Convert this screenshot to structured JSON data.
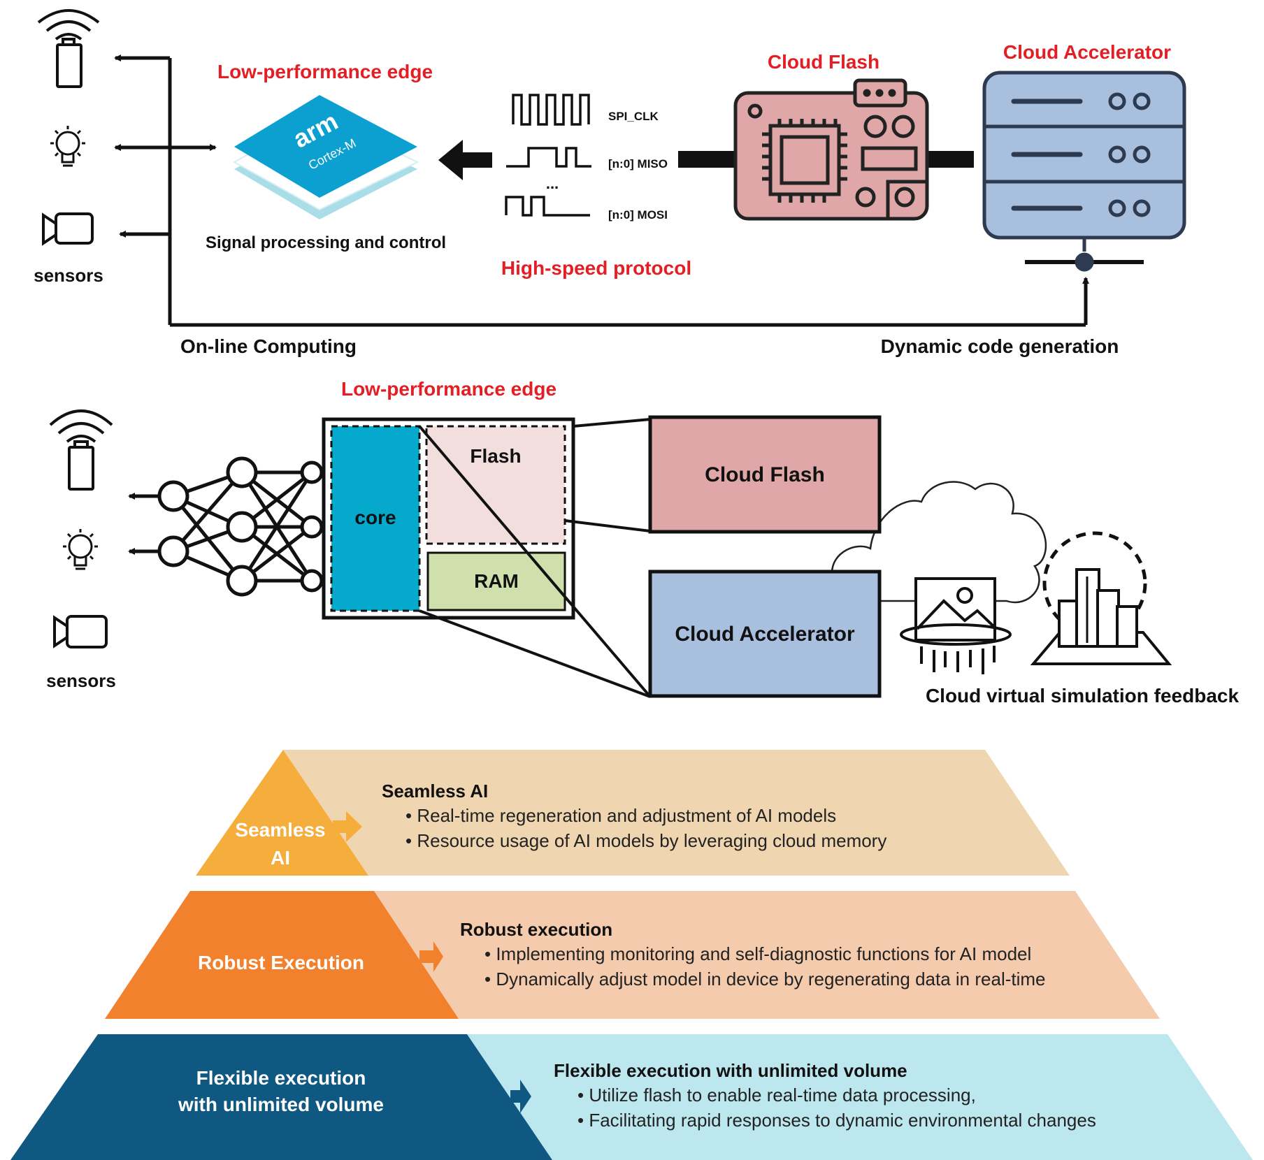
{
  "top": {
    "edge_title": "Low-performance edge",
    "chip_brand": "arm",
    "chip_model": "Cortex-M",
    "chip_caption": "Signal processing and control",
    "sensors_label": "sensors",
    "signals": [
      "SPI_CLK",
      "[n:0] MISO",
      "[n:0] MOSI"
    ],
    "signals_ellipsis": "...",
    "protocol_label": "High-speed protocol",
    "cloud_flash_title": "Cloud Flash",
    "cloud_accel_title": "Cloud Accelerator",
    "online_label": "On-line Computing",
    "dyncode_label": "Dynamic code generation"
  },
  "middle": {
    "edge_title": "Low-performance edge",
    "core_label": "core",
    "flash_label": "Flash",
    "ram_label": "RAM",
    "cloud_flash_label": "Cloud Flash",
    "cloud_accel_label": "Cloud Accelerator",
    "sim_label": "Cloud virtual simulation feedback",
    "sensors_label": "sensors"
  },
  "pyramid": [
    {
      "tier_label": [
        "Seamless",
        "AI"
      ],
      "heading": "Seamless AI",
      "bullets": [
        "Real-time regeneration and adjustment of AI models",
        "Resource usage of AI models by leveraging cloud memory"
      ],
      "tri_color": "#f5ad3c",
      "band_color": "#f0d6b0"
    },
    {
      "tier_label": [
        "Robust Execution"
      ],
      "heading": "Robust execution",
      "bullets": [
        "Implementing monitoring and self-diagnostic functions for AI model",
        "Dynamically adjust model in device by regenerating data in real-time"
      ],
      "tri_color": "#f2812e",
      "band_color": "#f4cbad"
    },
    {
      "tier_label": [
        "Flexible execution",
        "with unlimited volume"
      ],
      "heading": "Flexible execution with unlimited volume",
      "bullets": [
        "Utilize flash to enable real-time data processing,",
        "Facilitating rapid responses to dynamic environmental changes"
      ],
      "tri_color": "#0f5882",
      "band_color": "#bde7ee"
    }
  ],
  "colors": {
    "title_red": "#e31e24",
    "cloud_flash_fill": "#dfa7a8",
    "cloud_accel_fill": "#a8c0de",
    "core_fill": "#05a9cc",
    "flash_fill": "#f2dedd",
    "ram_fill": "#cfe0ac"
  }
}
